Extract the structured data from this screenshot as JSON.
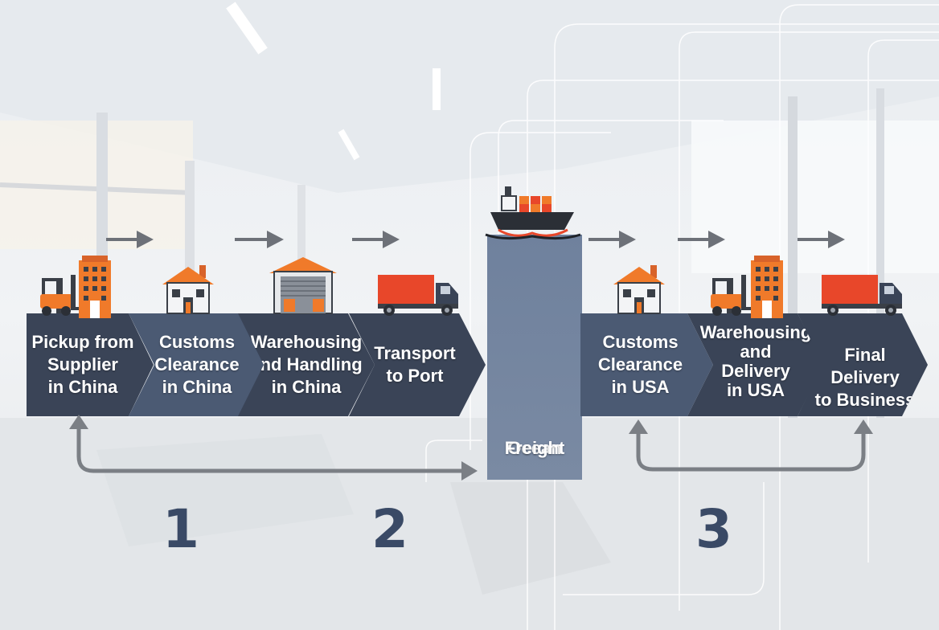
{
  "steps": [
    {
      "id": "pickup",
      "line1": "Pickup from",
      "line2": "Supplier",
      "line3": "in China"
    },
    {
      "id": "customs-china",
      "line1": "Customs",
      "line2": "Clearance",
      "line3": "in China"
    },
    {
      "id": "warehousing-china",
      "line1": "Warehousing",
      "line2": "and Handling",
      "line3": "in China"
    },
    {
      "id": "transport-port",
      "line1": "Transport",
      "line2": "to Port"
    },
    {
      "id": "ocean-freight",
      "line1": "Ocean",
      "line2": "Freight"
    },
    {
      "id": "customs-usa",
      "line1": "Customs",
      "line2": "Clearance",
      "line3": "in USA"
    },
    {
      "id": "warehousing-usa",
      "line1": "Warehousing",
      "line2": "and",
      "line3": "Delivery",
      "line4": "in USA"
    },
    {
      "id": "final-delivery",
      "line1": "Final Delivery",
      "line2": "to Business"
    }
  ],
  "phase_numbers": [
    "1",
    "2",
    "3"
  ],
  "icons": [
    "forklift-icon",
    "building-icon",
    "house-icon",
    "warehouse-icon",
    "truck-icon",
    "cargo-ship-icon",
    "arrow-right-icon"
  ],
  "colors": {
    "chevron_dark": "#3a4457",
    "chevron_mid": "#4b5a73",
    "ocean_block": "#74859f",
    "accent_orange": "#f07a2a",
    "truck_red": "#e8472a",
    "arrow_gray": "#7b7f85",
    "number_blue": "#3a4a66"
  }
}
